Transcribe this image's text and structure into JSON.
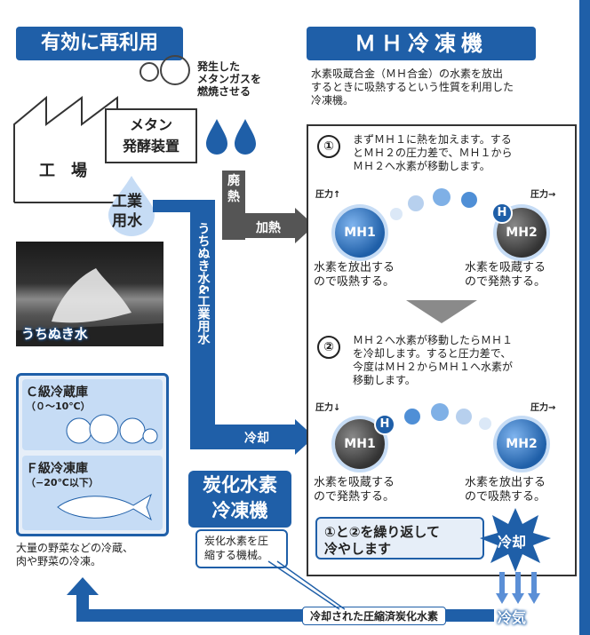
{
  "left_title": "有効に再利用",
  "right_title": "ＭＨ冷凍機",
  "factory": {
    "label": "工　場",
    "device_line1": "メタン",
    "device_line2": "発酵装置",
    "water_line1": "工業",
    "water_line2": "用水",
    "gas_note_line1": "発生した",
    "gas_note_line2": "メタンガスを",
    "gas_note_line3": "燃焼させる"
  },
  "haine_label_1": "廃",
  "haine_label_2": "熱",
  "heat_label": "加熱",
  "cool_label": "冷却",
  "vertical_pipe_label": "うちぬき水&工業用水",
  "photo_label": "うちぬき水",
  "storage": {
    "c_title": "Ｃ級冷蔵庫",
    "c_range": "（０〜10℃）",
    "f_title": "Ｆ級冷凍庫",
    "f_range": "（−20℃以下）",
    "caption_line1": "大量の野菜などの冷蔵、",
    "caption_line2": "肉や野菜の冷凍。"
  },
  "hydrocarbon": {
    "title_line1": "炭化水素",
    "title_line2": "冷凍機",
    "desc_line1": "炭化水素を圧",
    "desc_line2": "縮する機械。"
  },
  "mh_intro_line1": "水素吸蔵合金（ＭＨ合金）の水素を放出",
  "mh_intro_line2": "するときに吸熱するという性質を利用した",
  "mh_intro_line3": "冷凍機。",
  "step1": {
    "num": "①",
    "line1": "まずＭＨ１に熱を加えます。する",
    "line2": "とＭＨ２の圧力差で、ＭＨ１から",
    "line3": "ＭＨ２へ水素が移動します。",
    "pressure_left": "圧力↑",
    "pressure_right": "圧力→",
    "mh1": "MH1",
    "mh2": "MH2",
    "h": "H",
    "left_cap_line1": "水素を放出する",
    "left_cap_line2": "ので吸熱する。",
    "right_cap_line1": "水素を吸蔵する",
    "right_cap_line2": "ので発熱する。"
  },
  "step2": {
    "num": "②",
    "line1": "ＭＨ２へ水素が移動したらＭＨ１",
    "line2": "を冷却します。すると圧力差で、",
    "line3": "今度はＭＨ２からＭＨ１へ水素が",
    "line4": "移動します。",
    "pressure_left": "圧力↓",
    "pressure_right": "圧力→",
    "mh1": "MH1",
    "mh2": "MH2",
    "h": "H",
    "left_cap_line1": "水素を吸蔵する",
    "left_cap_line2": "ので発熱する。",
    "right_cap_line1": "水素を放出する",
    "right_cap_line2": "ので吸熱する。"
  },
  "repeat_line1": "①と②を繰り返して",
  "repeat_line2": "冷やします",
  "burst_label": "冷却",
  "bottom_label": "冷却された圧縮済炭化水素",
  "reiki_label": "冷気",
  "colors": {
    "brand_blue": "#1f5fa8",
    "light_blue": "#c6dcf5",
    "dark_gray": "#555555"
  }
}
